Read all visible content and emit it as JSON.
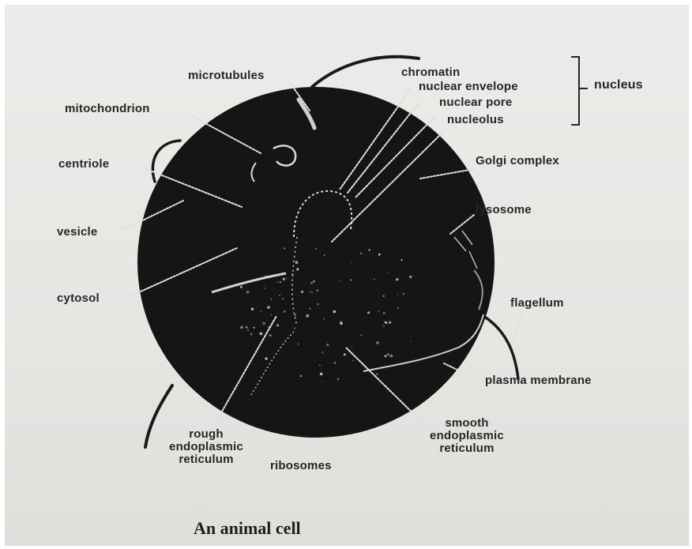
{
  "caption": "An animal cell",
  "labels": {
    "microtubules": "microtubules",
    "mitochondrion": "mitochondrion",
    "centriole": "centriole",
    "vesicle": "vesicle",
    "cytosol": "cytosol",
    "chromatin": "chromatin",
    "nuclear_envelope": "nuclear envelope",
    "nuclear_pore": "nuclear pore",
    "nucleolus": "nucleolus",
    "nucleus": "nucleus",
    "golgi_complex": "Golgi complex",
    "lysosome": "lysosome",
    "flagellum": "flagellum",
    "plasma_membrane": "plasma membrane",
    "rough_er": [
      "rough",
      "endoplasmic",
      "reticulum"
    ],
    "ribosomes": "ribosomes",
    "smooth_er": [
      "smooth",
      "endoplasmic",
      "reticulum"
    ]
  },
  "colors": {
    "cell_body": "#151515",
    "ink": "#262626",
    "paper": "#e8e8e6"
  }
}
